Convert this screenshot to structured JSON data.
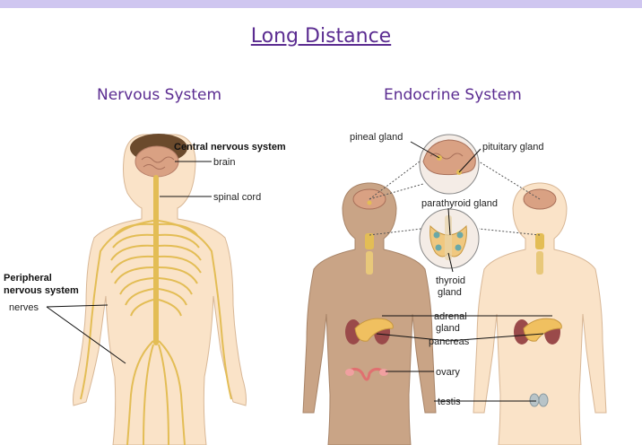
{
  "title": "Long Distance",
  "nervous": {
    "subtitle": "Nervous System",
    "central_label": "Central nervous system",
    "brain_label": "brain",
    "spinal_label": "spinal cord",
    "peripheral_label_1": "Peripheral",
    "peripheral_label_2": "nervous system",
    "nerves_label": "nerves"
  },
  "endocrine": {
    "subtitle": "Endocrine System",
    "pineal_label": "pineal gland",
    "pituitary_label": "pituitary gland",
    "parathyroid_label": "parathyroid gland",
    "thyroid_label_1": "thyroid",
    "thyroid_label_2": "gland",
    "adrenal_label_1": "adrenal",
    "adrenal_label_2": "gland",
    "pancreas_label": "pancreas",
    "ovary_label": "ovary",
    "testis_label": "testis"
  },
  "colors": {
    "title": "#5b2c91",
    "topbar": "#cfc6f0",
    "skin_light": "#fae3c8",
    "skin_dark": "#c9a486",
    "nerve": "#e3bd55",
    "brain": "#d9a183"
  }
}
